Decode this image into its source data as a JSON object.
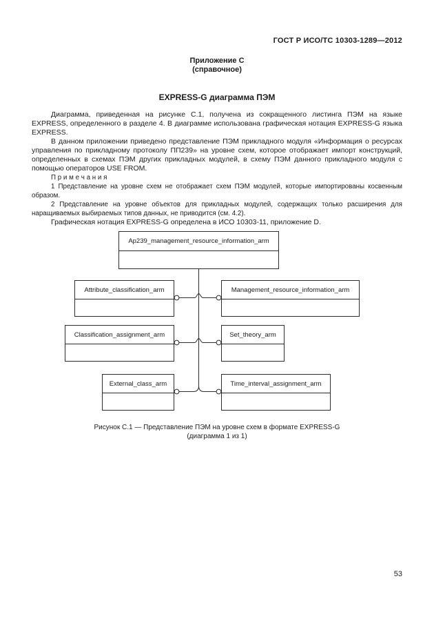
{
  "page": {
    "header": "ГОСТ Р ИСО/ТС 10303-1289—2012",
    "page_number": "53"
  },
  "annex": {
    "title": "Приложение С",
    "subtitle": "(справочное)",
    "heading": "EXPRESS-G диаграмма ПЭМ"
  },
  "body": {
    "paragraph1": "Диаграмма, приведенная на рисунке С.1, получена из сокращенного листинга ПЭМ на языке EXPRESS, определенного в разделе 4. В диаграмме использована графическая нотация EXPRESS-G языка EXPRESS.",
    "paragraph2": "В данном приложении приведено представление ПЭМ прикладного модуля «Информация о ресурсах управления по прикладному протоколу ПП239» на уровне схем, которое отображает импорт конструкций, определенных в схемах ПЭМ других прикладных модулей, в схему ПЭМ данного прикладного модуля с помощью операторов USE FROM.",
    "notes_heading": "П р и м е ч а н и я",
    "note1": "1 Представление на уровне схем не отображает схем ПЭМ модулей, которые импортированы косвенным образом.",
    "note2": "2 Представление на уровне объектов для прикладных модулей, содержащих только расширения для наращиваемых выбираемых типов данных, не приводится (см. 4.2).",
    "paragraph3": "Графическая нотация EXPRESS-G определена в ИСО 10303-11, приложение D."
  },
  "diagram": {
    "boxes": [
      {
        "label": "Ap239_management_resource_information_arm"
      },
      {
        "label": "Attribute_classification_arm"
      },
      {
        "label": "Management_resource_information_arm"
      },
      {
        "label": "Classification_assignment_arm"
      },
      {
        "label": "Set_theory_arm"
      },
      {
        "label": "External_class_arm"
      },
      {
        "label": "Time_interval_assignment_arm"
      }
    ],
    "line_color": "#2b2b2b"
  },
  "caption": {
    "line1": "Рисунок С.1 — Представление ПЭМ на уровне схем в формате EXPRESS-G",
    "line2": "(диаграмма 1 из 1)"
  }
}
